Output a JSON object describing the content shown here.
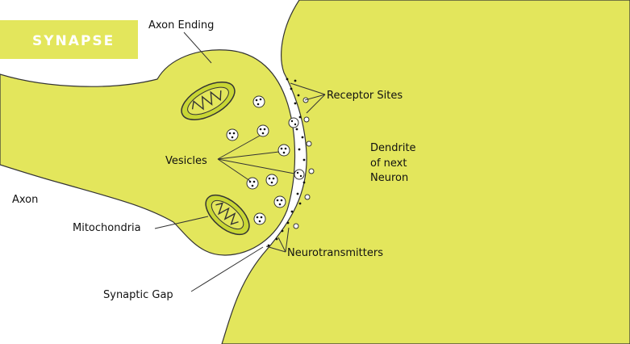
{
  "title": "SYNAPSE",
  "labels": {
    "axon_ending": "Axon Ending",
    "receptor_sites": "Receptor Sites",
    "vesicles": "Vesicles",
    "dendrite_line1": "Dendrite",
    "dendrite_line2": "of next",
    "dendrite_line3": "Neuron",
    "axon": "Axon",
    "mitochondria": "Mitochondria",
    "neurotransmitters": "Neurotransmitters",
    "synaptic_gap": "Synaptic Gap"
  },
  "colors": {
    "tissue": "#e3e65c",
    "outline": "#333333",
    "background": "#ffffff",
    "mitochondria_inner": "#c8d634"
  }
}
